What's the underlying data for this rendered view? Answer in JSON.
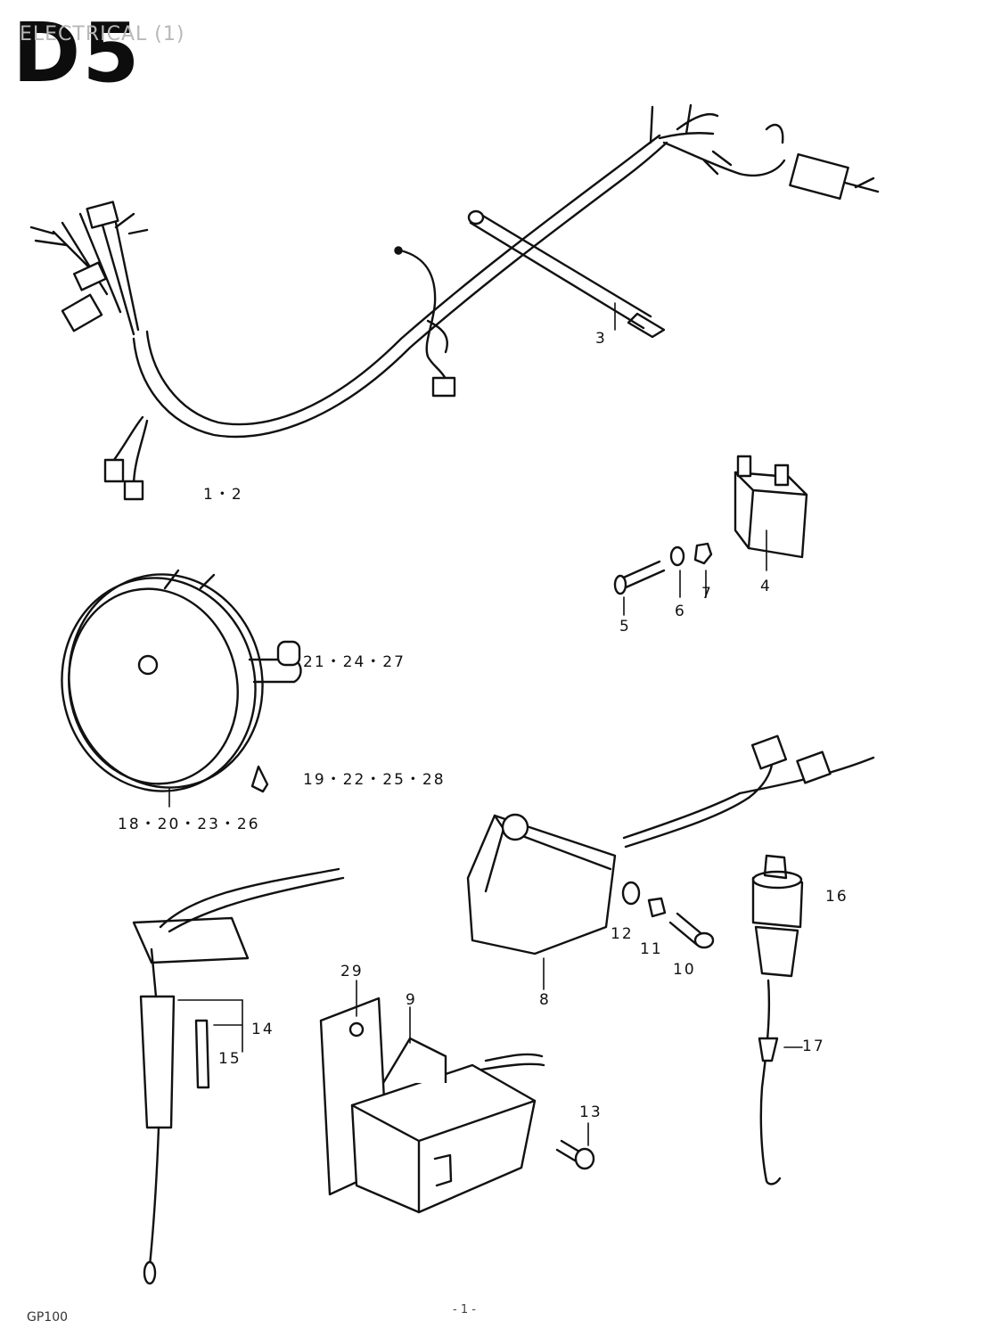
{
  "header": {
    "page_code": "D5",
    "heading": "ELECTRICAL (1)"
  },
  "callouts": {
    "harness": "1・2",
    "tube": "3",
    "relay": "4",
    "bolt_small": "5",
    "washer_small": "6",
    "nut": "7",
    "cdi_unit": "8",
    "ignition_coil": "9",
    "bolt_large": "10",
    "washer_large": "11",
    "lock_washer": "12",
    "screw": "13",
    "fuse_holder": "14",
    "fuse": "15",
    "neutral_switch": "16",
    "lead_wire": "17",
    "horn": "18・20・23・26",
    "horn_cushion": "21・24・27",
    "horn_bolt": "19・22・25・28",
    "bracket": "29"
  },
  "footer": {
    "model": "GP100",
    "page": "- 1 -"
  }
}
